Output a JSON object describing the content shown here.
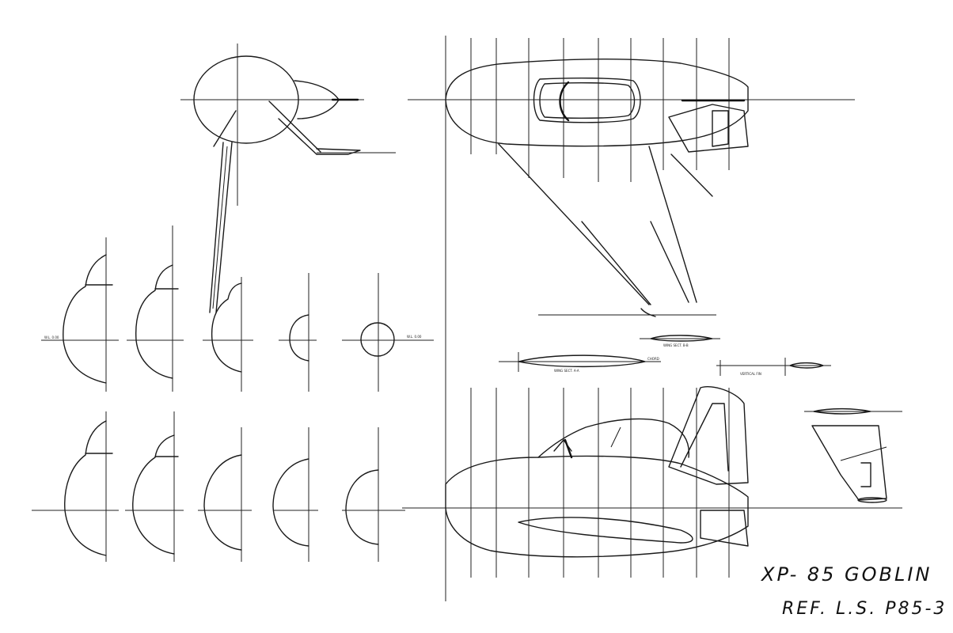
{
  "title": {
    "line1": "XP- 85   GOBLIN",
    "line2": "REF. L.S.  P85-3"
  },
  "labels": {
    "section_bb": "WING SECT. B-B",
    "section_aa": "WING SECT. A-A",
    "chord": "CHORD",
    "vertical_fin": "VERTICAL FIN",
    "wl_0_00": "W.L. 0.00",
    "wl_0_00_front": "W.L. 0.00"
  },
  "colors": {
    "ink": "#1a1a1a",
    "paper": "#ffffff"
  }
}
